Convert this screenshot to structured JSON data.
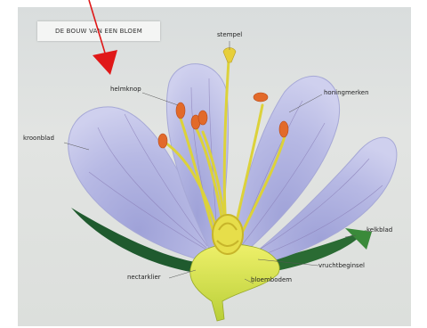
{
  "title": "DE BOUW VAN EEN BLOEM",
  "labels": {
    "stempel": "stempel",
    "helmknop": "helmknop",
    "honingmerken": "honingmerken",
    "kroonblad": "kroonblad",
    "kelkblad": "kelkblad",
    "vruchtbeginsel": "vruchtbeginsel",
    "nectarklier": "nectarklier",
    "bloembodem": "bloembodem"
  },
  "colors": {
    "petal": "#b7b9e4",
    "petal_vein": "#8a7fb8",
    "sepal": "#1f5a2e",
    "stamen": "#dcd23a",
    "anther": "#e26a2a",
    "receptacle": "#d6e04a",
    "pointer_arrow": "#e01818"
  }
}
